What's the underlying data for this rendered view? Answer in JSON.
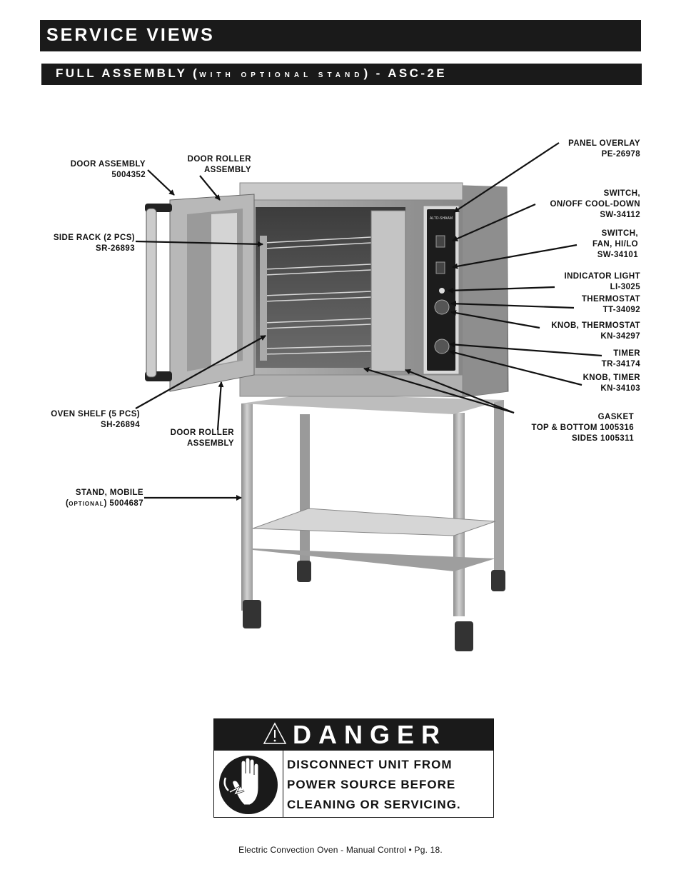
{
  "header": {
    "title": "SERVICE VIEWS"
  },
  "subheader": {
    "part1": "FULL ASSEMBLY (",
    "part2": "WITH OPTIONAL STAND",
    "part3": ") - ASC-2E"
  },
  "callouts": {
    "door_assembly": {
      "name": "DOOR ASSEMBLY",
      "part": "5004352"
    },
    "door_roller_top": {
      "line1": "DOOR ROLLER",
      "line2": "ASSEMBLY"
    },
    "side_rack": {
      "name": "SIDE RACK (2 PCS)",
      "part": "SR-26893"
    },
    "oven_shelf": {
      "name": "OVEN SHELF (5 PCS)",
      "part": "SH-26894"
    },
    "door_roller_bottom": {
      "line1": "DOOR ROLLER",
      "line2": "ASSEMBLY"
    },
    "stand": {
      "name": "STAND, MOBILE",
      "open": "(",
      "small": "OPTIONAL",
      "part": ") 5004687"
    },
    "panel_overlay": {
      "name": "PANEL OVERLAY",
      "part": "PE-26978"
    },
    "switch_onoff": {
      "line1": "SWITCH,",
      "line2": "ON/OFF COOL-DOWN",
      "part": "SW-34112"
    },
    "switch_fan": {
      "line1": "SWITCH,",
      "line2": "FAN, HI/LO",
      "part": "SW-34101"
    },
    "indicator_light": {
      "name": "INDICATOR LIGHT",
      "part": "LI-3025"
    },
    "thermostat": {
      "name": "THERMOSTAT",
      "part": "TT-34092"
    },
    "knob_thermostat": {
      "name": "KNOB, THERMOSTAT",
      "part": "KN-34297"
    },
    "timer": {
      "name": "TIMER",
      "part": "TR-34174"
    },
    "knob_timer": {
      "name": "KNOB, TIMER",
      "part": "KN-34103"
    },
    "gasket": {
      "name": "GASKET",
      "line2": "TOP & BOTTOM 1005316",
      "line3": "SIDES 1005311"
    }
  },
  "panel_brand": "ALTO-SHAAM",
  "danger": {
    "title": "DANGER",
    "lines": [
      "DISCONNECT UNIT FROM",
      "POWER SOURCE BEFORE",
      "CLEANING OR SERVICING."
    ],
    "icon": "electric-shock-hand-icon"
  },
  "footer": "Electric Convection Oven - Manual Control  •  Pg. 18."
}
